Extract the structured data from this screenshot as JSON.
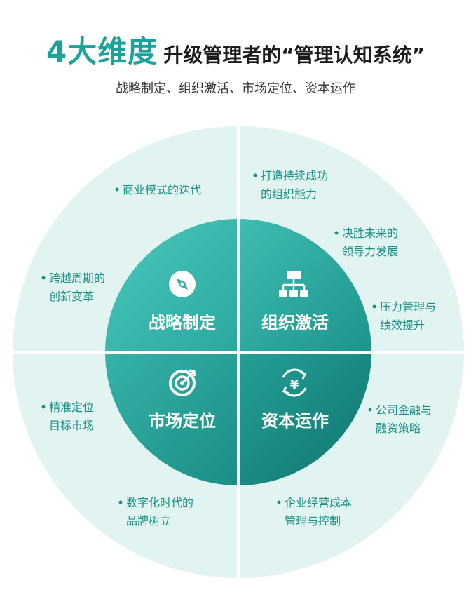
{
  "header": {
    "title_accent": "4大维度",
    "title_main": "升级管理者的“管理认知系统”",
    "subtitle": "战略制定、组织激活、市场定位、资本运作"
  },
  "colors": {
    "outer_ring": "#e2f4f1",
    "inner_light": "#3bbdb2",
    "inner_dark": "#16857d",
    "bullet_text": "#1a8f86",
    "accent": "#1aa39a"
  },
  "quadrants": [
    {
      "label": "战略制定",
      "icon": "compass-icon"
    },
    {
      "label": "组织激活",
      "icon": "org-chart-icon"
    },
    {
      "label": "市场定位",
      "icon": "target-icon"
    },
    {
      "label": "资本运作",
      "icon": "yen-cycle-icon"
    }
  ],
  "bullets": [
    {
      "lines": [
        "商业模式的迭代"
      ]
    },
    {
      "lines": [
        "跨越周期的",
        "创新变革"
      ]
    },
    {
      "lines": [
        "打造持续成功",
        "的组织能力"
      ]
    },
    {
      "lines": [
        "决胜未来的",
        "领导力发展"
      ]
    },
    {
      "lines": [
        "压力管理与",
        "绩效提升"
      ]
    },
    {
      "lines": [
        "精准定位",
        "目标市场"
      ]
    },
    {
      "lines": [
        "数字化时代的",
        "品牌树立"
      ]
    },
    {
      "lines": [
        "公司金融与",
        "融资策略"
      ]
    },
    {
      "lines": [
        "企业经营成本",
        "管理与控制"
      ]
    }
  ]
}
